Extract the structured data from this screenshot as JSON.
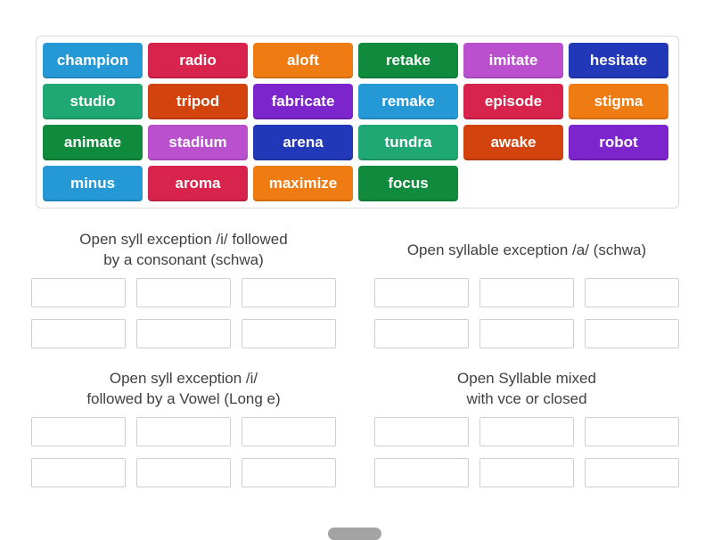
{
  "tray": {
    "tiles": [
      {
        "label": "champion",
        "color": "#2499d6"
      },
      {
        "label": "radio",
        "color": "#d8244c"
      },
      {
        "label": "aloft",
        "color": "#ee7c12"
      },
      {
        "label": "retake",
        "color": "#108a3c"
      },
      {
        "label": "imitate",
        "color": "#bb50ce"
      },
      {
        "label": "hesitate",
        "color": "#2138b8"
      },
      {
        "label": "studio",
        "color": "#1fa873"
      },
      {
        "label": "tripod",
        "color": "#d2430d"
      },
      {
        "label": "fabricate",
        "color": "#7c25cc"
      },
      {
        "label": "remake",
        "color": "#2499d6"
      },
      {
        "label": "episode",
        "color": "#d8244c"
      },
      {
        "label": "stigma",
        "color": "#ee7c12"
      },
      {
        "label": "animate",
        "color": "#108a3c"
      },
      {
        "label": "stadium",
        "color": "#bb50ce"
      },
      {
        "label": "arena",
        "color": "#2138b8"
      },
      {
        "label": "tundra",
        "color": "#1fa873"
      },
      {
        "label": "awake",
        "color": "#d2430d"
      },
      {
        "label": "robot",
        "color": "#7c25cc"
      },
      {
        "label": "minus",
        "color": "#2499d6"
      },
      {
        "label": "aroma",
        "color": "#d8244c"
      },
      {
        "label": "maximize",
        "color": "#ee7c12"
      },
      {
        "label": "focus",
        "color": "#108a3c"
      }
    ]
  },
  "groups": [
    {
      "line1": "Open syll exception /i/ followed",
      "line2": "by a consonant (schwa)"
    },
    {
      "line1": "Open syllable exception /a/ (schwa)"
    },
    {
      "line1": "Open syll exception /i/",
      "line2": "followed by a Vowel (Long e)"
    },
    {
      "line1": "Open Syllable mixed",
      "line2": "with vce or closed"
    }
  ]
}
